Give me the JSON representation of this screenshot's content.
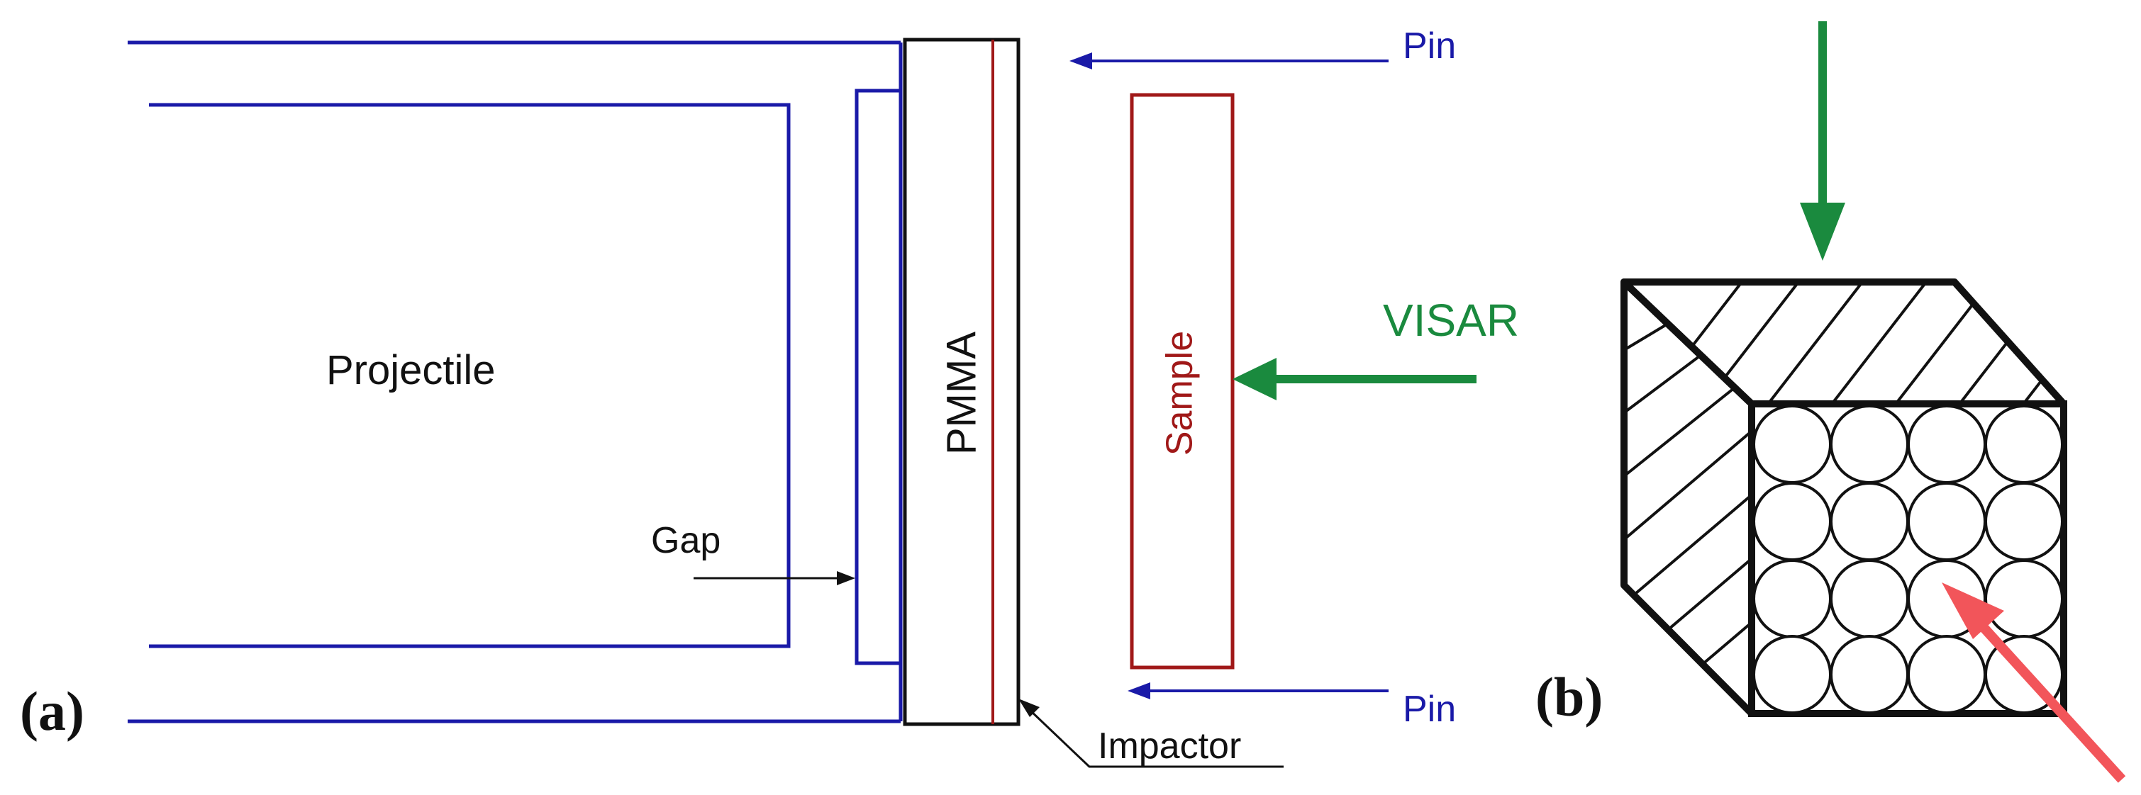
{
  "panel_a": {
    "label": "(a)",
    "projectile": "Projectile",
    "pmma": "PMMA",
    "sample": "Sample",
    "visar": "VISAR",
    "pin_top": "Pin",
    "pin_bottom": "Pin",
    "gap": "Gap",
    "impactor": "Impactor"
  },
  "panel_b": {
    "label": "(b)"
  },
  "colors": {
    "blue": "#1a1aa8",
    "dark_red": "#a01818",
    "green": "#1a8a3e",
    "black": "#111111",
    "red_arrow": "#f2555a"
  }
}
